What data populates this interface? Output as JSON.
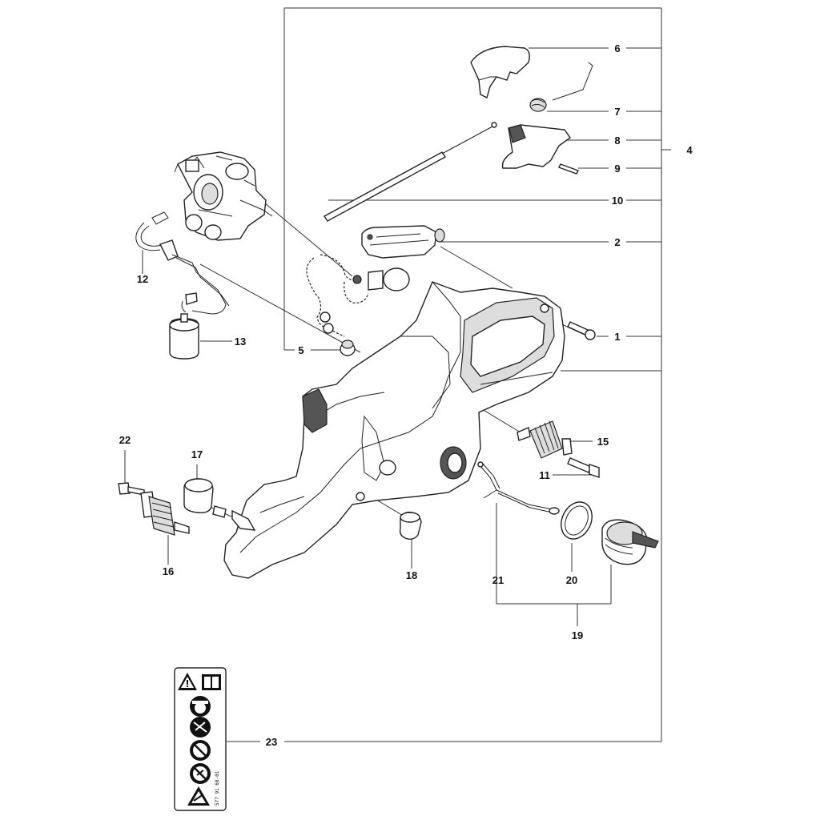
{
  "part_labels": {
    "p1": "1",
    "p2": "2",
    "p4": "4",
    "p5": "5",
    "p6": "6",
    "p7": "7",
    "p8": "8",
    "p9": "9",
    "p10": "10",
    "p11": "11",
    "p12": "12",
    "p13": "13",
    "p15": "15",
    "p16": "16",
    "p17": "17",
    "p18": "18",
    "p19": "19",
    "p20": "20",
    "p21": "21",
    "p22": "22",
    "p23": "23"
  },
  "decal_code": "577 91 68-01",
  "decal_icons": [
    "warning-triangle-icon",
    "manual-book-icon",
    "ear-eye-protection-icon",
    "one-hand-prohibited-icon",
    "no-one-hand-icon",
    "kickback-icon",
    "chain-brake-icon"
  ],
  "colors": {
    "line": "#333333",
    "decal_dark": "#111111"
  }
}
